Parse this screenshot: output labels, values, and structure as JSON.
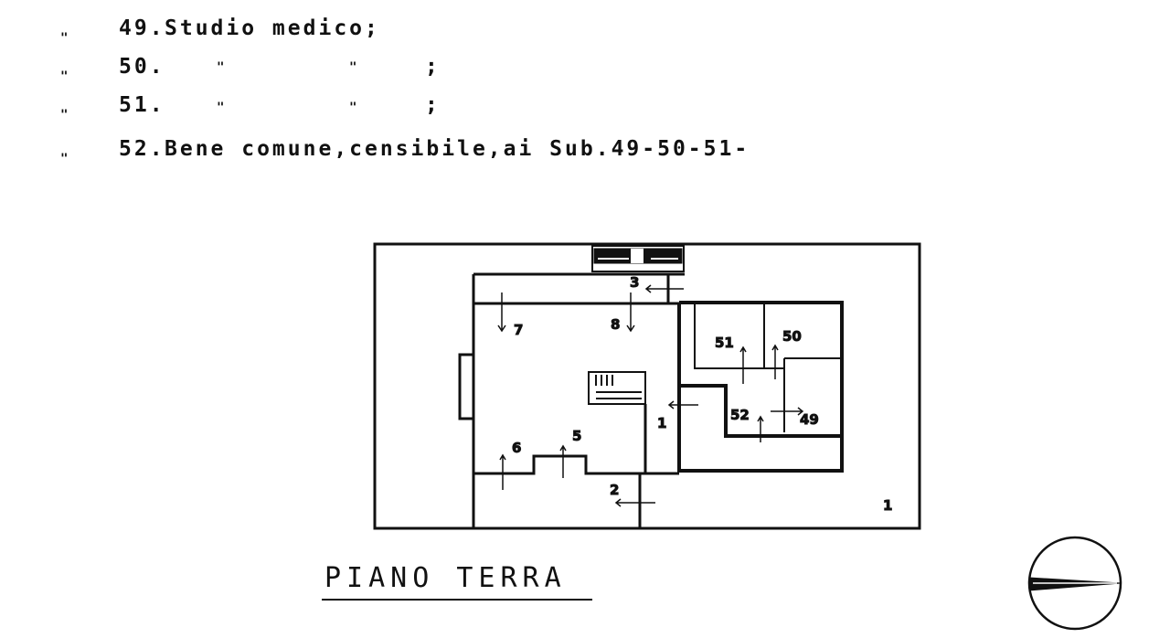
{
  "legend": [
    {
      "marker": "\"",
      "number": "49.",
      "text": "Studio medico;"
    },
    {
      "marker": "\"",
      "number": "50.",
      "ditto1": "\"",
      "ditto2": "\"",
      "end": ";"
    },
    {
      "marker": "\"",
      "number": "51.",
      "ditto1": "\"",
      "ditto2": "\"",
      "end": ";"
    },
    {
      "marker": "\"",
      "number": "52.",
      "text": "Bene comune,censibile,ai Sub.49-50-51-"
    }
  ],
  "plan": {
    "title": "PIANO TERRA",
    "labels": {
      "r51": "51",
      "r50": "50",
      "r52": "52",
      "r49": "49",
      "p1": "1",
      "p2": "2",
      "p3": "3",
      "p5": "5",
      "p6": "6",
      "p7": "7",
      "p8": "8",
      "yard": "1"
    }
  }
}
